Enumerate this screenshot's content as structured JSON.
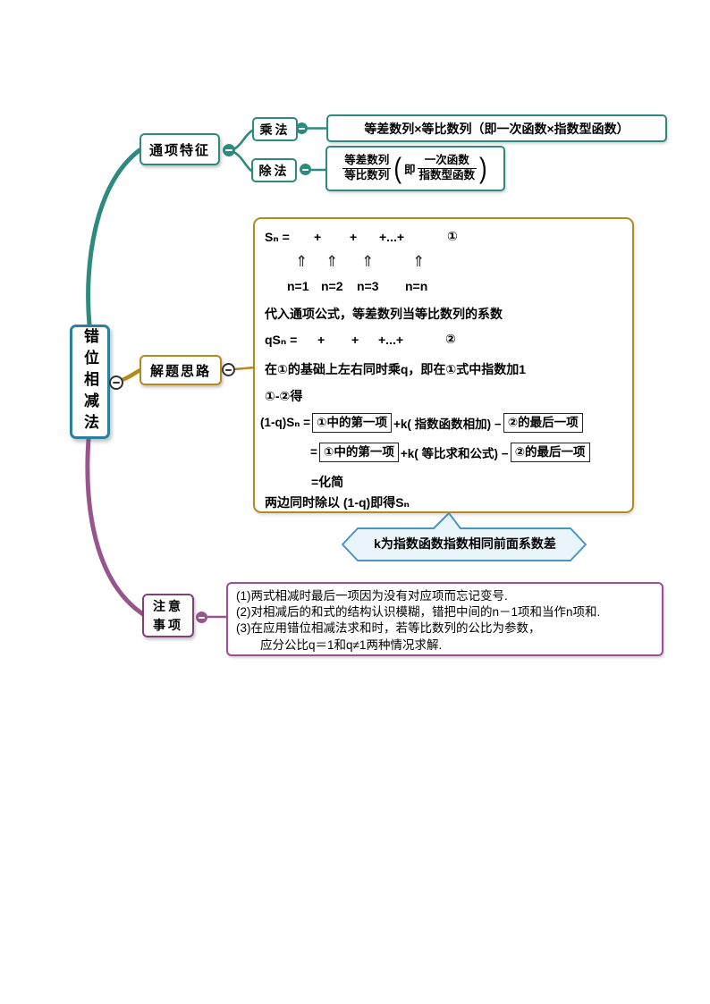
{
  "root": {
    "label": "错位相减法"
  },
  "branches": {
    "tongxiang": {
      "label": "通项特征"
    },
    "chengfa": {
      "label": "乘法"
    },
    "chufa": {
      "label": "除法"
    },
    "jieti": {
      "label": "解题思路"
    },
    "zhuyi": {
      "line1": "注意",
      "line2": "事项"
    }
  },
  "mul_desc": "等差数列×等比数列（即一次函数×指数型函数）",
  "div_desc": {
    "num1": "等差数列",
    "den1": "等比数列",
    "paren_open": "(",
    "ji": "即",
    "num2": "一次函数",
    "den2": "指数型函数",
    "paren_close": ")"
  },
  "solve_box": {
    "eq1": {
      "lhs": "Sₙ =",
      "p1": "+",
      "p2": "+",
      "dots": "+...+",
      "tag": "①"
    },
    "arrows": [
      "⇑",
      "⇑",
      "⇑",
      "⇑"
    ],
    "labels": [
      "n=1",
      "n=2",
      "n=3",
      "n=n"
    ],
    "line_substitute": "代入通项公式，等差数列当等比数列的系数",
    "eq2": {
      "lhs": "qSₙ =",
      "p1": "+",
      "p2": "+",
      "dots": "+...+",
      "tag": "②"
    },
    "line_multiply": "在①的基础上左右同时乘q，即在①式中指数加1",
    "line_subtract": "①-②得",
    "eq3": {
      "lhs": "(1-q)Sₙ =",
      "box1": "①中的第一项",
      "mid": "+k( 指数函数相加) −",
      "box2": "②的最后一项"
    },
    "eq4": {
      "lhs": "=",
      "box1": "①中的第一项",
      "mid": "+k( 等比求和公式) −",
      "box2": "②的最后一项"
    },
    "line_simplify": "=化简",
    "line_divide": "两边同时除以 (1-q)即得Sₙ"
  },
  "callout": {
    "text": "k为指数函数指数相同前面系数差"
  },
  "note": {
    "lines": [
      "(1)两式相减时最后一项因为没有对应项而忘记变号.",
      "(2)对相减后的和式的结构认识模糊，错把中间的n－1项和当作n项和.",
      "(3)在应用错位相减法求和时，若等比数列的公比为参数，",
      "　　应分公比q＝1和q≠1两种情况求解."
    ]
  },
  "colors": {
    "teal": "#2F8A7E",
    "root_blue": "#2B7F9F",
    "gold": "#B5891E",
    "purple": "#96568C",
    "note_border": "#9C4F97",
    "callout_border": "#4A94BD",
    "callout_fill": "#EAF5FB"
  }
}
